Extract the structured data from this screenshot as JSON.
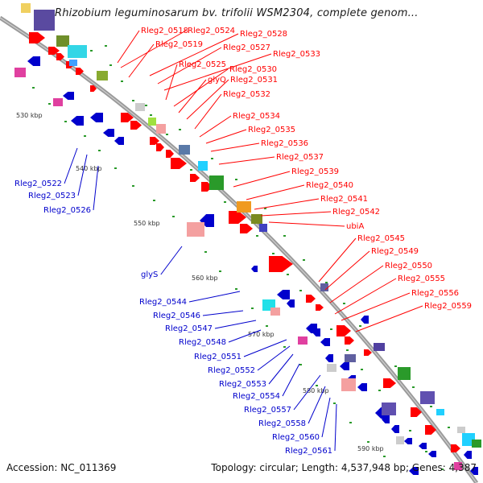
{
  "title": "Rhizobium leguminosarum bv. trifolii WSM2304, complete genom...",
  "accession": "Accession: NC_011369",
  "summary": "Topology: circular; Length: 4,537,948 bp; Genes: 4,387",
  "colors": {
    "forward": "#ff0000",
    "reverse": "#0000cc",
    "backbone": "#888888"
  },
  "ruler": [
    "530 kbp",
    "540 kbp",
    "550 kbp",
    "560 kbp",
    "570 kbp",
    "580 kbp",
    "590 kbp"
  ],
  "red_labels": [
    "Rleg2_0518",
    "Rleg2_0524",
    "Rleg2_0528",
    "Rleg2_0519",
    "Rleg2_0527",
    "Rleg2_0533",
    "Rleg2_0525",
    "Rleg2_0530",
    "glyQ",
    "Rleg2_0531",
    "Rleg2_0532",
    "Rleg2_0534",
    "Rleg2_0535",
    "Rleg2_0536",
    "Rleg2_0537",
    "Rleg2_0539",
    "Rleg2_0540",
    "Rleg2_0541",
    "Rleg2_0542",
    "ubiA",
    "Rleg2_0545",
    "Rleg2_0549",
    "Rleg2_0550",
    "Rleg2_0555",
    "Rleg2_0556",
    "Rleg2_0559"
  ],
  "blue_labels": [
    "Rleg2_0522",
    "Rleg2_0523",
    "Rleg2_0526",
    "glyS",
    "Rleg2_0544",
    "Rleg2_0546",
    "Rleg2_0547",
    "Rleg2_0548",
    "Rleg2_0551",
    "Rleg2_0552",
    "Rleg2_0553",
    "Rleg2_0554",
    "Rleg2_0557",
    "Rleg2_0558",
    "Rleg2_0560",
    "Rleg2_0561"
  ]
}
